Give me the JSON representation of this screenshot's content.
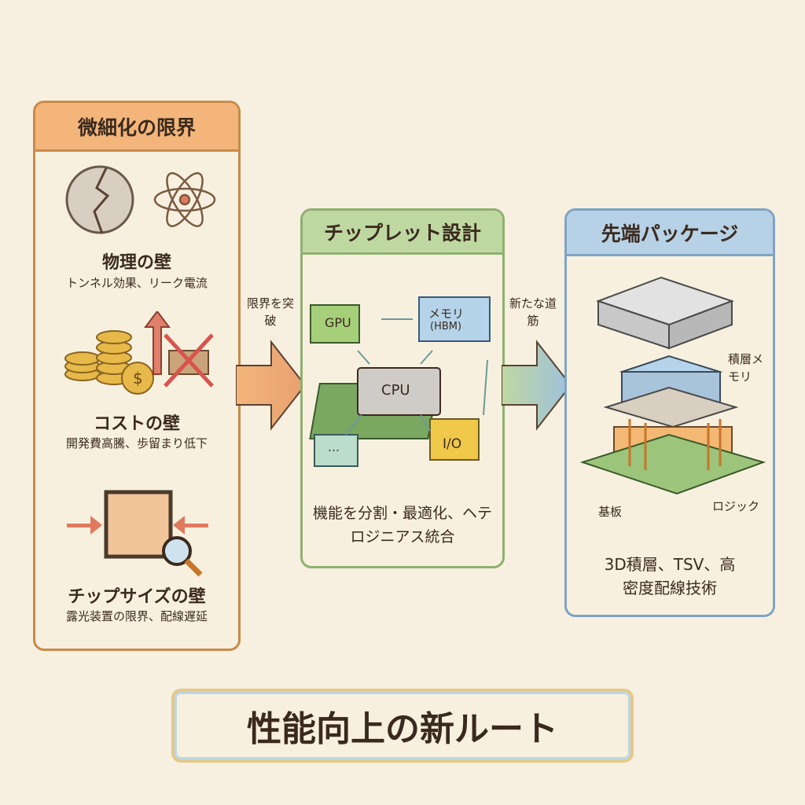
{
  "left": {
    "title": "微細化の限界",
    "walls": [
      {
        "title": "物理の壁",
        "desc": "トンネル効果、リーク電流",
        "icon": "cracked-wafer-icon"
      },
      {
        "title": "コストの壁",
        "desc": "開発費高騰、歩留まり低下",
        "icon": "coins-icon"
      },
      {
        "title": "チップサイズの壁",
        "desc": "露光装置の限界、配線遅延",
        "icon": "chip-size-icon"
      }
    ]
  },
  "arrow1": {
    "label": "限界を突破"
  },
  "mid": {
    "title": "チップレット設計",
    "chips": {
      "gpu": "GPU",
      "memory": "メモリ",
      "hbm": "(HBM)",
      "cpu": "CPU",
      "io": "I/O",
      "other": "…"
    },
    "caption": "機能を分割・最適化、ヘテロジニアス統合"
  },
  "arrow2": {
    "label": "新たな道筋"
  },
  "right": {
    "title": "先端パッケージ",
    "labels": {
      "memory": "積層メモリ",
      "substrate": "基板",
      "logic": "ロジック"
    },
    "caption": "3D積層、TSV、高密度配線技術"
  },
  "bottom": {
    "title": "性能向上の新ルート"
  },
  "colors": {
    "orange": "#f3b57a",
    "green": "#bfd8a2",
    "blue": "#b7d1e6"
  }
}
